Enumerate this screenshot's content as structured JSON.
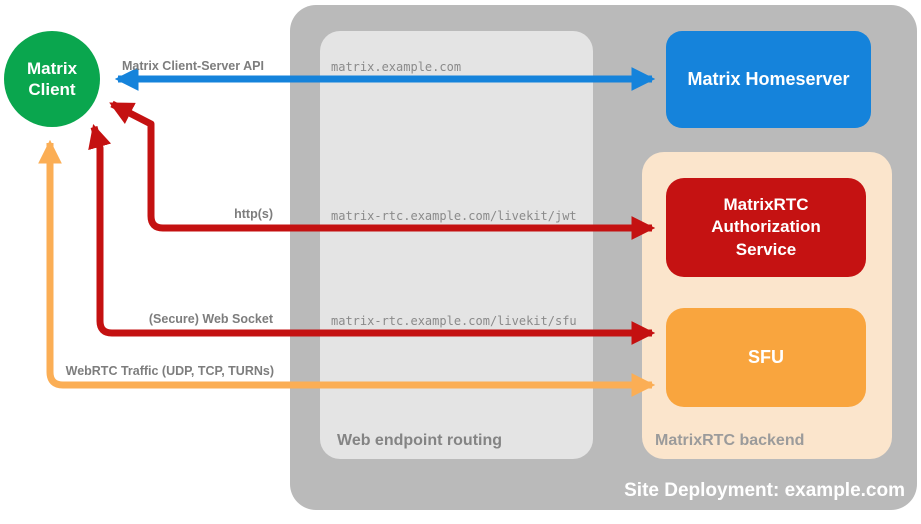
{
  "client": {
    "label": "Matrix Client",
    "color": "#0aa64e",
    "text_color": "#ffffff"
  },
  "deployment": {
    "label": "Site Deployment: example.com",
    "bg_color": "#bababa",
    "routing": {
      "label": "Web endpoint routing",
      "bg_color": "#e4e4e4",
      "endpoints": [
        "matrix.example.com",
        "matrix-rtc.example.com/livekit/jwt",
        "matrix-rtc.example.com/livekit/sfu"
      ]
    },
    "backend": {
      "label": "MatrixRTC backend",
      "bg_color": "#fbe5cc",
      "services": [
        {
          "label": "MatrixRTC Authorization Service",
          "color": "#c51212"
        },
        {
          "label": "SFU",
          "color": "#f9a53e"
        }
      ]
    },
    "homeserver": {
      "label": "Matrix Homeserver",
      "color": "#1583db"
    }
  },
  "connections": [
    {
      "label": "Matrix Client-Server API",
      "color": "#1583db",
      "from": "Matrix Client",
      "to": "Matrix Homeserver",
      "endpoint": "matrix.example.com",
      "bidirectional": true
    },
    {
      "label": "http(s)",
      "color": "#c41111",
      "from": "Matrix Client",
      "to": "MatrixRTC Authorization Service",
      "endpoint": "matrix-rtc.example.com/livekit/jwt",
      "bidirectional": true
    },
    {
      "label": "(Secure) Web Socket",
      "color": "#c41111",
      "from": "Matrix Client",
      "to": "SFU",
      "endpoint": "matrix-rtc.example.com/livekit/sfu",
      "bidirectional": true
    },
    {
      "label": "WebRTC Traffic (UDP, TCP, TURNs)",
      "color": "#fbae55",
      "from": "Matrix Client",
      "to": "SFU",
      "bidirectional": true
    }
  ]
}
